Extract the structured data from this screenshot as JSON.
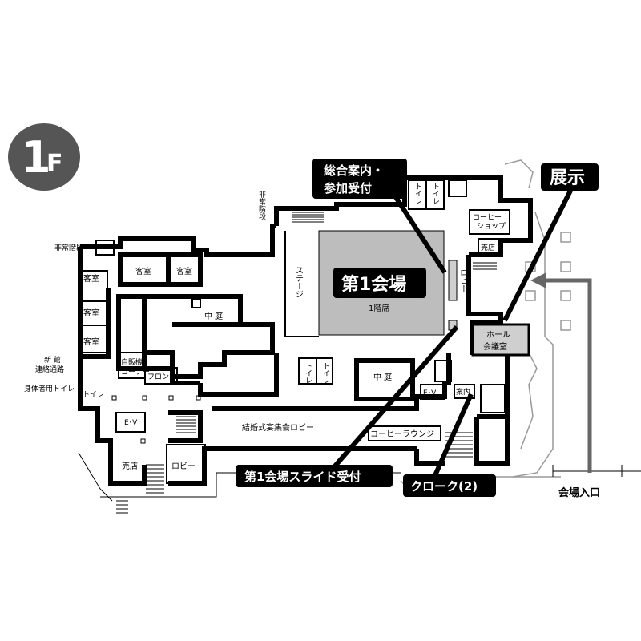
{
  "floor_badge": {
    "number": "1",
    "letter": "F",
    "color": "#555555"
  },
  "colors": {
    "hall": "#bdbdbd",
    "room": "#cfcfcf",
    "callout": "#000000",
    "entrance_arrow": "#666666"
  },
  "callouts": {
    "info": [
      "総合案内・",
      "参加受付"
    ],
    "exhibit": "展示",
    "hall1": "第1会場",
    "slide": "第1会場スライド受付",
    "cloak": "クローク(2)",
    "entrance": "会場入口"
  },
  "rooms": {
    "hall_seats": "1階席",
    "stage": "ステージ",
    "lobby_vertical": "ロビー",
    "toilet": "トイレ",
    "coffee_shop": [
      "コーヒー",
      "ショップ"
    ],
    "shop": "売店",
    "hall_meeting_room": [
      "ホール",
      "会議室"
    ],
    "courtyard": "中 庭",
    "ev": "E･V",
    "guide": "案内",
    "guest_room": "客室",
    "emergency_stairs": "非常階段",
    "emergency_stairs_vertical": "非常階段",
    "new_wing_corridor": [
      "新 館",
      "連絡通路"
    ],
    "accessible_toilet": "身体者用トイレ",
    "vending_corner": [
      "自販機",
      "コーナー"
    ],
    "front": "フロント",
    "wedding_lobby": "結婚式宴集会ロビー",
    "coffee_lounge": "コーヒーラウンジ",
    "lobby": "ロビー"
  }
}
